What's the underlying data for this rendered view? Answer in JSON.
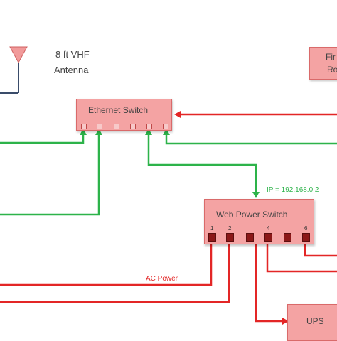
{
  "antenna": {
    "label_line1": "8 ft VHF",
    "label_line2": "Antenna"
  },
  "ethernet_switch": {
    "label": "Ethernet Switch"
  },
  "web_power_switch": {
    "label": "Web Power Switch",
    "ip_label": "IP = 192.168.0.2",
    "port_numbers": [
      "1",
      "2",
      "4",
      "6"
    ]
  },
  "ups": {
    "label": "UPS"
  },
  "top_right_box": {
    "line1": "Fir",
    "line2": "Ro"
  },
  "ac_power_label": "AC Power",
  "colors": {
    "red_line": "#e32626",
    "green_line": "#2db34a",
    "box_fill": "#f4a3a3"
  }
}
